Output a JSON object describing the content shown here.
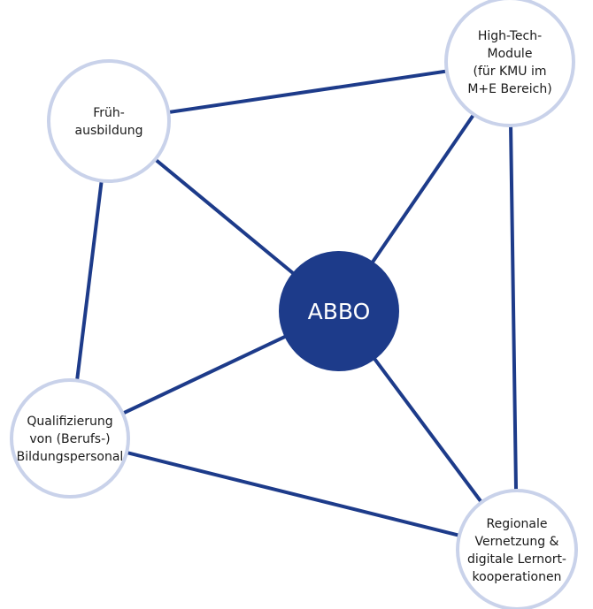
{
  "colors": {
    "edge": "#1d3b8a",
    "node_stroke": "#c9d2ea",
    "hub_fill": "#1d3b8a",
    "hub_text": "#ffffff",
    "node_text": "#1a1a1a"
  },
  "hub": {
    "label": "ABBO"
  },
  "nodes": [
    {
      "id": "fruehausbildung",
      "lines": [
        "Früh-",
        "ausbildung"
      ]
    },
    {
      "id": "high-tech",
      "lines": [
        "High-Tech-",
        "Module",
        "(für KMU im",
        "M+E Bereich)"
      ]
    },
    {
      "id": "qualifizierung",
      "lines": [
        "Qualifizierung",
        "von (Berufs-)",
        "Bildungspersonal"
      ]
    },
    {
      "id": "regionale",
      "lines": [
        "Regionale",
        "Vernetzung &",
        "digitale Lernort-",
        "kooperationen"
      ]
    }
  ]
}
